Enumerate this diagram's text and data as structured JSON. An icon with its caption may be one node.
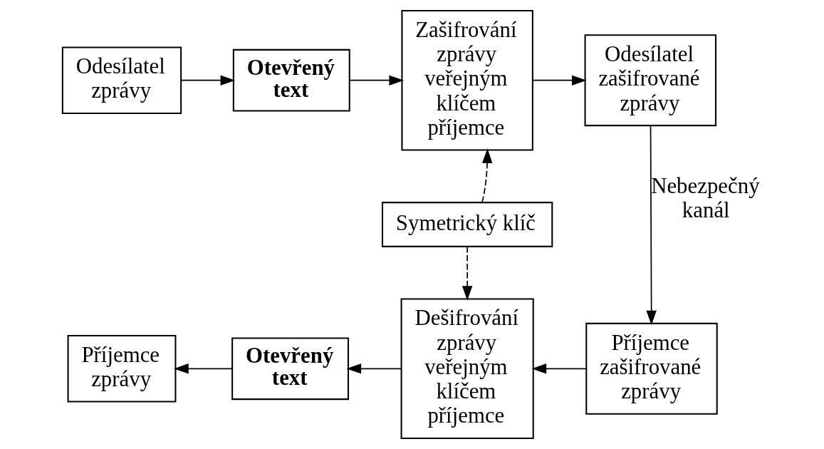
{
  "diagram": {
    "nodes": [
      {
        "text": [
          "Odesílatel zprávy"
        ]
      },
      {
        "text": [
          "Otevřený text"
        ]
      },
      {
        "text": [
          "Zašifrování zprávy veřejným klíčem příjemce"
        ]
      },
      {
        "text": [
          "Odesílatel zašifrované zprávy"
        ]
      },
      {
        "text": [
          "Symetrický klíč"
        ]
      },
      {
        "text": [
          "Příjemce zprávy"
        ]
      },
      {
        "text": [
          "Otevřený text"
        ]
      },
      {
        "text": [
          "Dešifrování zprávy veřejným klíčem příjemce"
        ]
      },
      {
        "text": [
          "Příjemce zašifrované zprávy"
        ]
      }
    ],
    "edges": [
      {
        "from": 0,
        "to": 1,
        "arrow": "to"
      },
      {
        "from": 1,
        "to": 2,
        "arrow": "to"
      },
      {
        "from": 2,
        "to": 3,
        "arrow": "to"
      },
      {
        "from": 4,
        "to": 2,
        "arrow": "to",
        "style": "dashed"
      },
      {
        "from": 4,
        "to": 7,
        "arrow": "to",
        "style": "dashed"
      },
      {
        "from": 3,
        "to": 8,
        "arrow": "to",
        "label": "Nebezpečný kanál"
      },
      {
        "from": 8,
        "to": 7,
        "arrow": "to"
      },
      {
        "from": 7,
        "to": 6,
        "arrow": "to"
      },
      {
        "from": 6,
        "to": 5,
        "arrow": "to"
      }
    ]
  }
}
